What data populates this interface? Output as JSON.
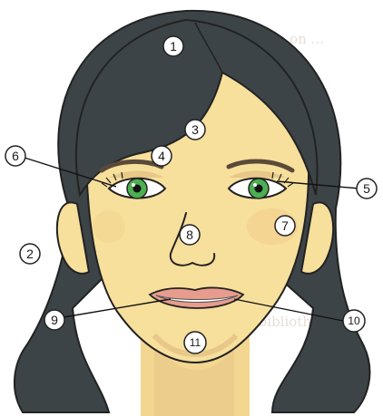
{
  "diagram": {
    "markers": [
      {
        "id": "m1",
        "number": "1"
      },
      {
        "id": "m2",
        "number": "2"
      },
      {
        "id": "m3",
        "number": "3"
      },
      {
        "id": "m4",
        "number": "4"
      },
      {
        "id": "m5",
        "number": "5"
      },
      {
        "id": "m6",
        "number": "6"
      },
      {
        "id": "m7",
        "number": "7"
      },
      {
        "id": "m8",
        "number": "8"
      },
      {
        "id": "m9",
        "number": "9"
      },
      {
        "id": "m10",
        "number": "10"
      },
      {
        "id": "m11",
        "number": "11"
      }
    ],
    "colors": {
      "hair": "#3d4447",
      "skin": "#f7df9c",
      "skin_shadow": "#e9c98a",
      "lips": "#e79c8d",
      "iris": "#4caf52",
      "marker_fill": "#ffffff",
      "marker_stroke": "#222222"
    }
  }
}
